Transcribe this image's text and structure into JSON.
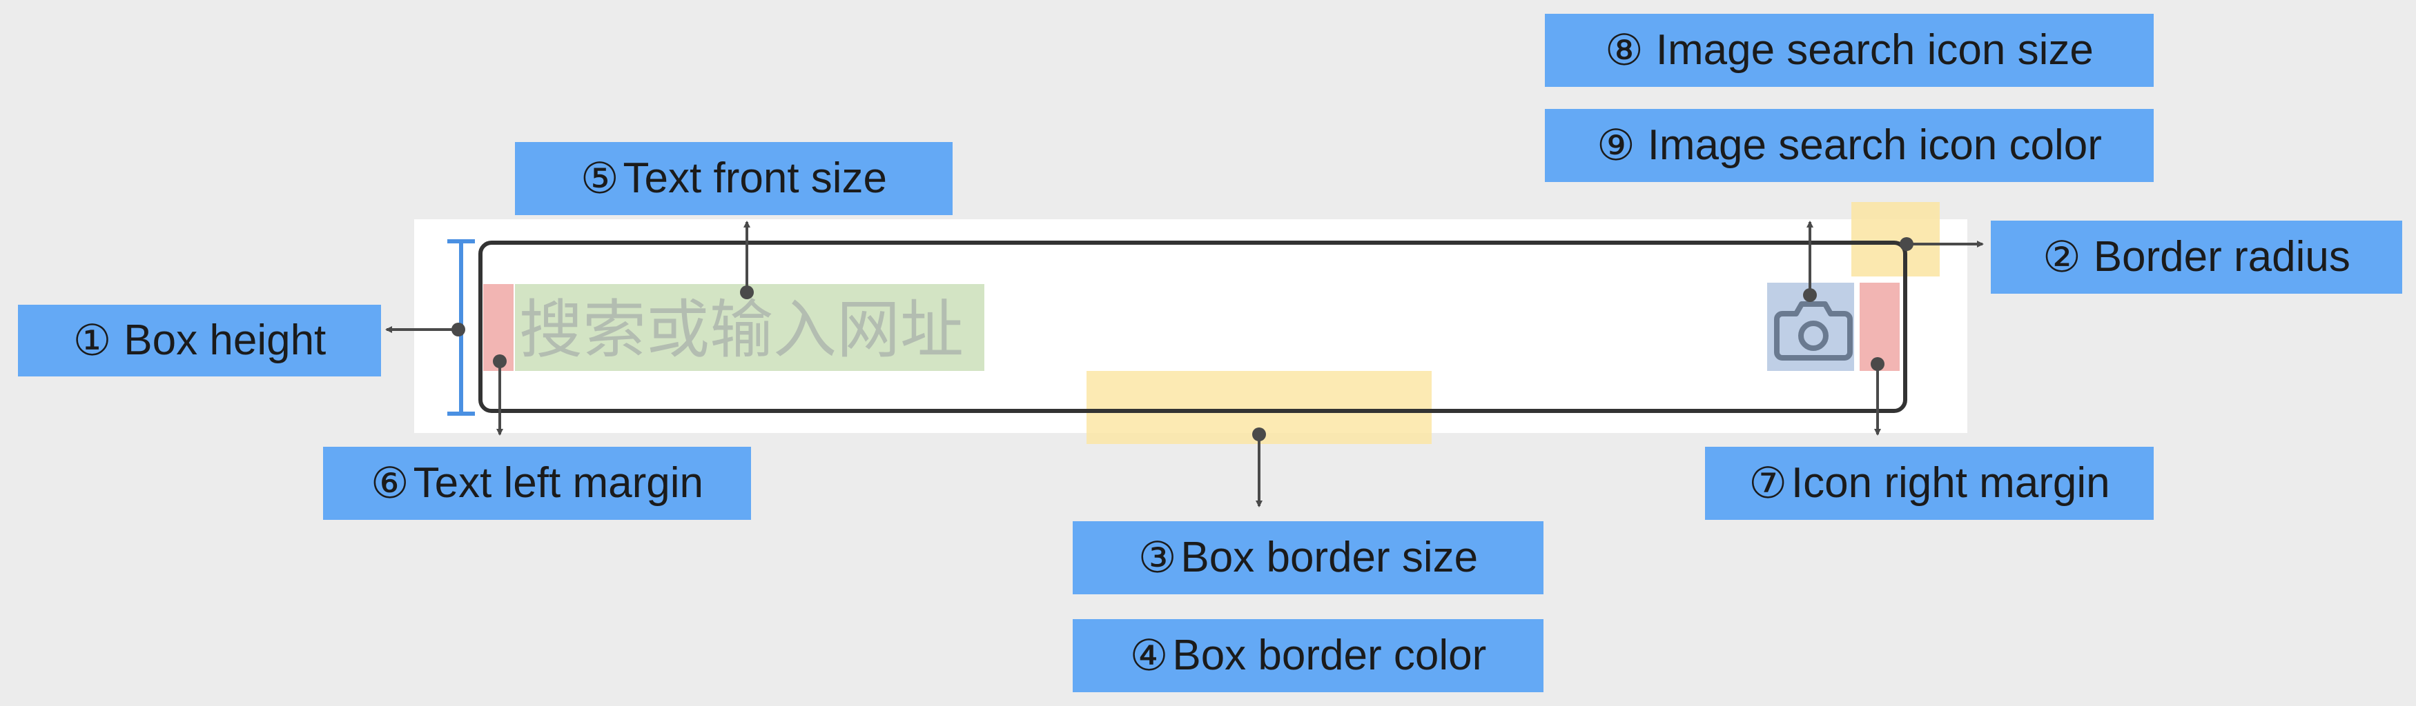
{
  "search_box": {
    "placeholder": "搜索或输入网址"
  },
  "icons": {
    "search_icon": "camera-icon"
  },
  "labels": [
    {
      "id": "box-height",
      "num": "①",
      "text": "Box height"
    },
    {
      "id": "border-radius",
      "num": "②",
      "text": "Border radius"
    },
    {
      "id": "box-border-size",
      "num": "③",
      "text": "Box border size"
    },
    {
      "id": "box-border-color",
      "num": "④",
      "text": "Box border color"
    },
    {
      "id": "text-font-size",
      "num": "⑤",
      "text": "Text front size"
    },
    {
      "id": "text-left-margin",
      "num": "⑥",
      "text": "Text left margin"
    },
    {
      "id": "icon-right-margin",
      "num": "⑦",
      "text": "Icon right margin"
    },
    {
      "id": "image-search-icon-size",
      "num": "⑧",
      "text": "Image search icon size"
    },
    {
      "id": "image-search-icon-color",
      "num": "⑨",
      "text": "Image search icon color"
    }
  ],
  "colors": {
    "background": "#ececec",
    "label_fill": "#64a9f5",
    "highlight_yellow": "#fbe6a6",
    "highlight_green": "#d3e4c4",
    "highlight_pink": "#f2b5b3",
    "highlight_blue": "#bfcfe6",
    "box_border": "#333333",
    "height_bracket": "#4a90e2"
  }
}
